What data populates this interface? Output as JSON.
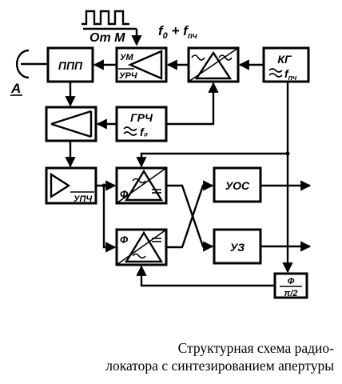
{
  "labels": {
    "antenna": "А",
    "signal_source": "От М",
    "frequency_sum": "f₀ + fпч",
    "ppp": "ППП",
    "um": "УМ",
    "urch": "УРЧ",
    "kg": "КГ",
    "kg_freq": "f",
    "kg_freq_sub": "пч",
    "grch": "ГРЧ",
    "grch_freq": "f₀",
    "upch": "УПЧ",
    "phi": "Ф",
    "uos": "УОС",
    "uz": "УЗ",
    "phase_phi": "Ф",
    "phase_shift": "π/2"
  },
  "caption": {
    "line1": "Структурная схема радио-",
    "line2": "локатора с синтезированием апертуры"
  }
}
